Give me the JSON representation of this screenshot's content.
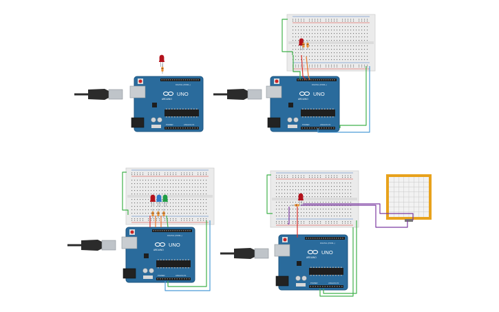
{
  "canvas": {
    "background": "#ffffff"
  },
  "board": {
    "brand": "ARDUINO",
    "model": "UNO",
    "silk_digital": "DIGITAL (PWM~)",
    "silk_power": "POWER",
    "silk_analog": "ANALOG IN",
    "color": "#2a6b9c",
    "edge_color": "#1d5580"
  },
  "colors": {
    "wire_green": "#3fb04a",
    "wire_blue": "#4a9bd6",
    "wire_red": "#d9322b",
    "wire_orange": "#e8782a",
    "wire_purple": "#7b3aa0",
    "led_red": "#b3121c",
    "led_blue": "#2d79c7",
    "led_green": "#1f9d45",
    "resistor": "#e8933a",
    "breadboard": "#ebebeb",
    "breadboard_rail_red": "#d9322b",
    "breadboard_rail_blue": "#3a6fc2",
    "touch_frame": "#e8a21c",
    "touch_panel": "#f2f2f2",
    "usb_cable": "#2b2b2b"
  },
  "circuits": [
    {
      "id": "circuit-1",
      "components": [
        "arduino-uno",
        "red-led",
        "resistor",
        "usb-cable"
      ]
    },
    {
      "id": "circuit-2",
      "components": [
        "arduino-uno",
        "breadboard",
        "red-led",
        "resistor",
        "usb-cable"
      ]
    },
    {
      "id": "circuit-3",
      "components": [
        "arduino-uno",
        "breadboard",
        "red-led",
        "blue-led",
        "green-led",
        "resistors",
        "usb-cable"
      ]
    },
    {
      "id": "circuit-4",
      "components": [
        "arduino-uno",
        "breadboard",
        "red-led",
        "resistor",
        "touch-panel",
        "usb-cable"
      ]
    }
  ]
}
